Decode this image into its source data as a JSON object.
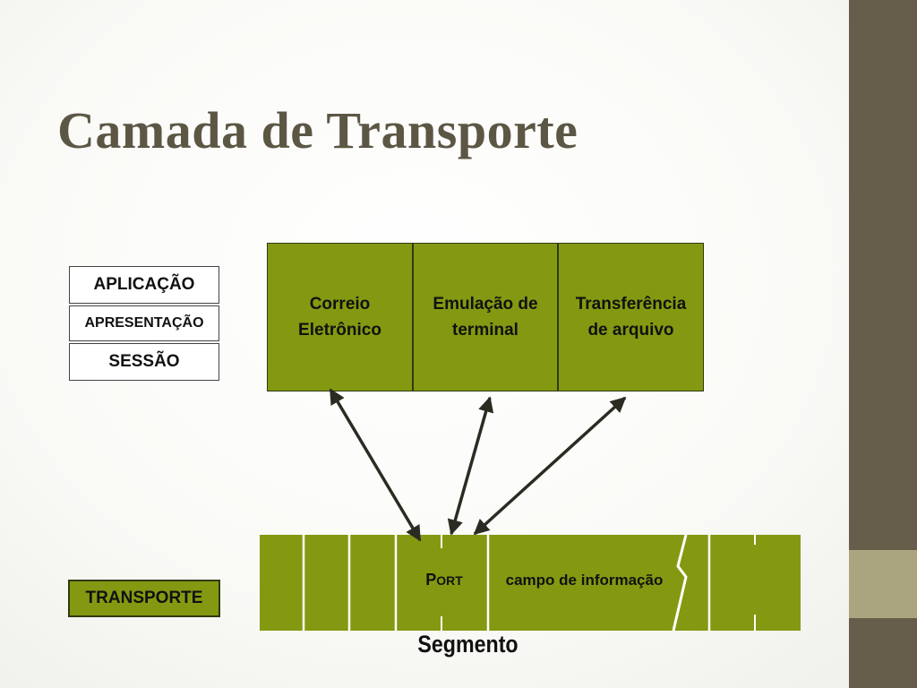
{
  "slide": {
    "title": "Camada de Transporte"
  },
  "osi_layers": {
    "aplicacao": "APLICAÇÃO",
    "apresentacao": "APRESENTAÇÃO",
    "sessao": "SESSÃO",
    "transporte": "TRANSPORTE"
  },
  "applications": [
    {
      "line1": "Correio",
      "line2": "Eletrônico"
    },
    {
      "line1": "Emulação de",
      "line2": "terminal"
    },
    {
      "line1": "Transferência",
      "line2": "de arquivo"
    }
  ],
  "segment": {
    "port_first": "P",
    "port_rest": "ORT",
    "info_label": "campo de informação",
    "caption": "Segmento"
  },
  "colors": {
    "accent_green": "#849911",
    "dark_outline": "#2f3a12",
    "title": "#5c5745",
    "sidebar": "#665e4b",
    "sidebar_accent": "#aba57f"
  }
}
